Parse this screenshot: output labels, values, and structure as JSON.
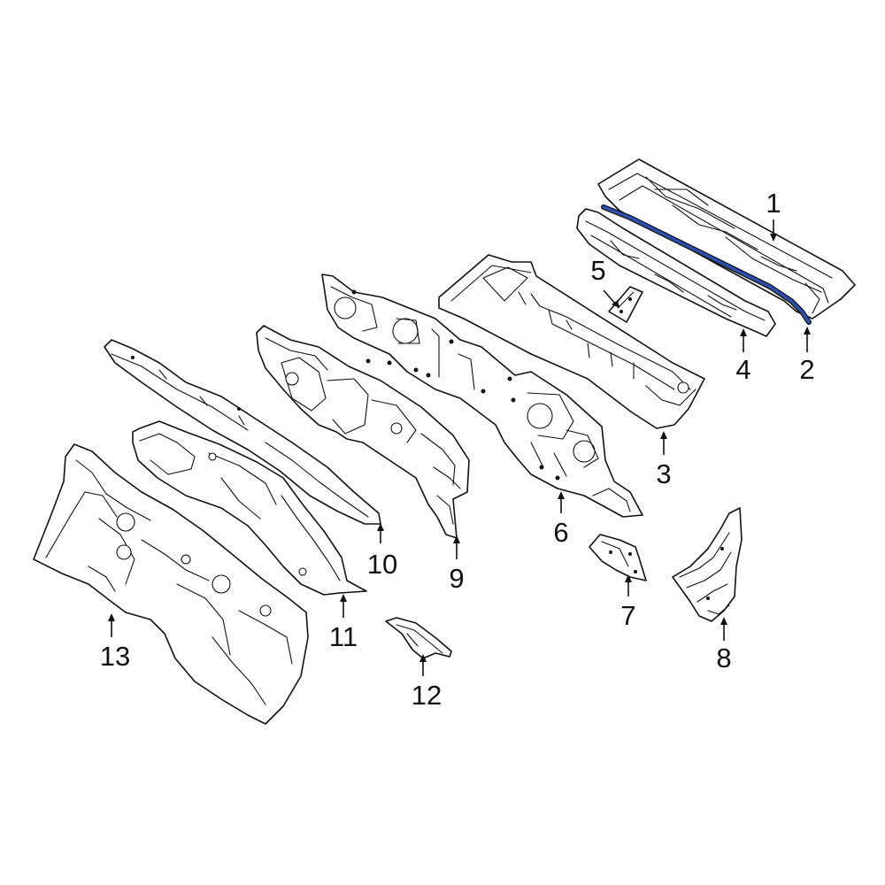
{
  "colors": {
    "highlight": "#2d4fb0",
    "line": "#111111",
    "background": "#ffffff"
  },
  "callouts": [
    {
      "id": "1",
      "label": "1"
    },
    {
      "id": "2",
      "label": "2"
    },
    {
      "id": "3",
      "label": "3"
    },
    {
      "id": "4",
      "label": "4"
    },
    {
      "id": "5",
      "label": "5"
    },
    {
      "id": "6",
      "label": "6"
    },
    {
      "id": "7",
      "label": "7"
    },
    {
      "id": "8",
      "label": "8"
    },
    {
      "id": "9",
      "label": "9"
    },
    {
      "id": "10",
      "label": "10"
    },
    {
      "id": "11",
      "label": "11"
    },
    {
      "id": "12",
      "label": "12"
    },
    {
      "id": "13",
      "label": "13"
    }
  ],
  "highlighted_part": "2"
}
